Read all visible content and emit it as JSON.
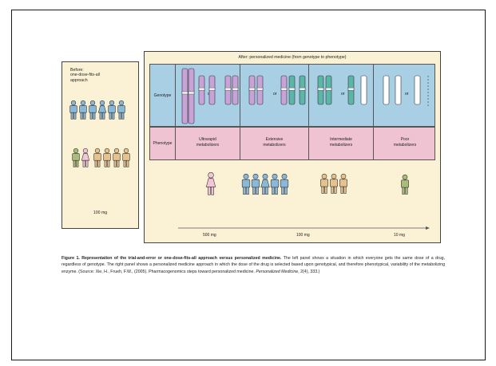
{
  "left_panel": {
    "title_lines": [
      "Before:",
      "one-dose-fits-all",
      "approach"
    ],
    "dose": "100 mg"
  },
  "right_panel": {
    "title": "After: personalized medicine (from genotype to phenotype)",
    "genotype_label": "Genotype",
    "phenotype_label": "Phenotype",
    "or_text": "or",
    "phenotypes": [
      {
        "line1": "Ultrarapid",
        "line2": "metabolizers"
      },
      {
        "line1": "Extensive",
        "line2": "metabolizers"
      },
      {
        "line1": "Intermediate",
        "line2": "metabolizers"
      },
      {
        "line1": "Poor",
        "line2": "metabolizers"
      }
    ],
    "doses": [
      "500 mg",
      "100 mg",
      "10 mg"
    ]
  },
  "caption": {
    "bold": "Figure 1. Representation of the trial-and-error or one-dose-fits-all approach versus personalized medicine.",
    "body": " The left panel shows a situation in which everyone gets the same dose of a drug, regardless of genotype. The right panel shows a personalized medicine approach in which the dose of the drug is selected based upon genotypical, and therefore phenotypical, variability of the metabolizing enzyme. (Source: Xie, H., Frueh, F.W., (2005). Pharmacogenomics steps toward personalized medicine. ",
    "journal": "Personalized Medicine",
    "citation": ", 2(4), 333.)"
  },
  "colors": {
    "panel_bg": "#fbf2d6",
    "genotype_bg": "#a9cfe5",
    "phenotype_bg": "#f0c3d2",
    "figure_blue": "#8ab8d8",
    "figure_pink": "#f3c6d6",
    "figure_tan": "#e7c28c",
    "figure_olive": "#aabd78",
    "chrom_purple": "#c9a3d8",
    "chrom_teal": "#5bb6a8",
    "chrom_white": "#ffffff"
  }
}
